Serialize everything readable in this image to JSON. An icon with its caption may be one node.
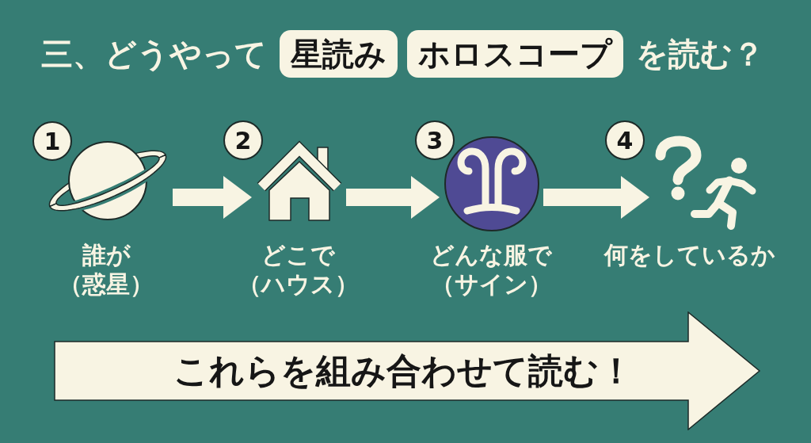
{
  "diagram": {
    "nodes": [
      {
        "text": [
          "星読み"
        ]
      },
      {
        "text": [
          "ホロスコープ"
        ]
      },
      {
        "text": [
          "1"
        ]
      },
      {
        "text": [],
        "shape": "picture",
        "beside": [
          "誰が",
          "（惑星）"
        ]
      },
      {
        "text": [
          "2"
        ]
      },
      {
        "text": [],
        "shape": "picture",
        "beside": [
          "どこで",
          "（ハウス）"
        ]
      },
      {
        "text": [
          "3"
        ]
      },
      {
        "text": [],
        "shape": "picture",
        "beside": [
          "どんな服で",
          "（サイン）"
        ]
      },
      {
        "text": [
          "4"
        ]
      },
      {
        "text": [],
        "shape": "picture",
        "beside": [
          "何をしているか"
        ]
      },
      {
        "text": [
          "これらを組み合わせて読む！"
        ]
      }
    ],
    "edges": [
      {
        "from": 3,
        "to": 5,
        "arrow": "to"
      },
      {
        "from": 5,
        "to": 7,
        "arrow": "to"
      },
      {
        "from": 7,
        "to": 9,
        "arrow": "to"
      }
    ],
    "labels": [
      "三、どうやって",
      "を読む？"
    ]
  }
}
